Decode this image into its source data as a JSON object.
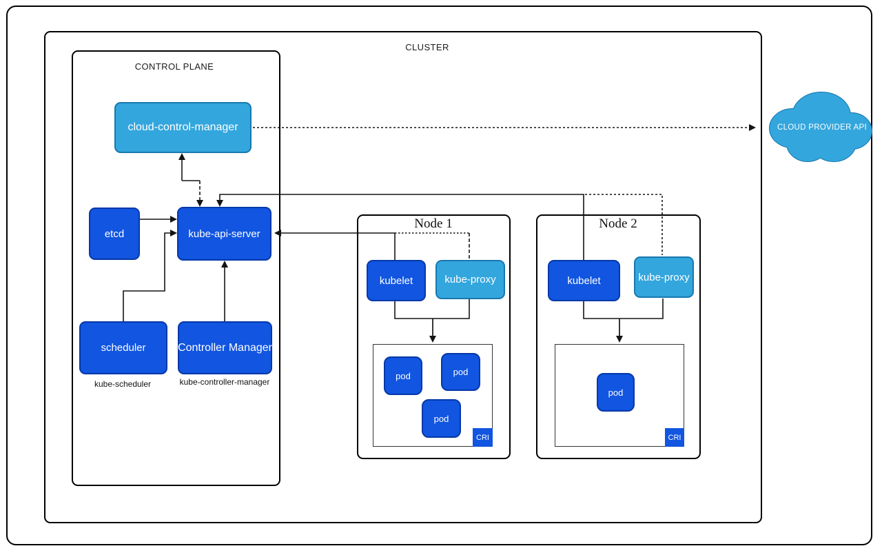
{
  "colors": {
    "dark_blue": "#1155e0",
    "dark_blue_border": "#0638a8",
    "light_blue": "#33a6dd",
    "light_blue_border": "#1878ad",
    "line": "#141414"
  },
  "cluster": {
    "label": "CLUSTER"
  },
  "control_plane": {
    "label": "CONTROL PLANE",
    "cloud_control_manager": "cloud-control-manager",
    "etcd": "etcd",
    "kube_api_server": "kube-api-server",
    "scheduler": "scheduler",
    "scheduler_sub": "kube-scheduler",
    "controller_manager": "Controller Manager",
    "controller_manager_sub": "kube-controller-manager"
  },
  "nodes": [
    {
      "title": "Node 1",
      "kubelet": "kubelet",
      "kube_proxy": "kube-proxy",
      "cri": "CRI",
      "pods": [
        "pod",
        "pod",
        "pod"
      ]
    },
    {
      "title": "Node 2",
      "kubelet": "kubelet",
      "kube_proxy": "kube-proxy",
      "cri": "CRI",
      "pods": [
        "pod"
      ]
    }
  ],
  "cloud_provider": {
    "label": "CLOUD PROVIDER API"
  }
}
